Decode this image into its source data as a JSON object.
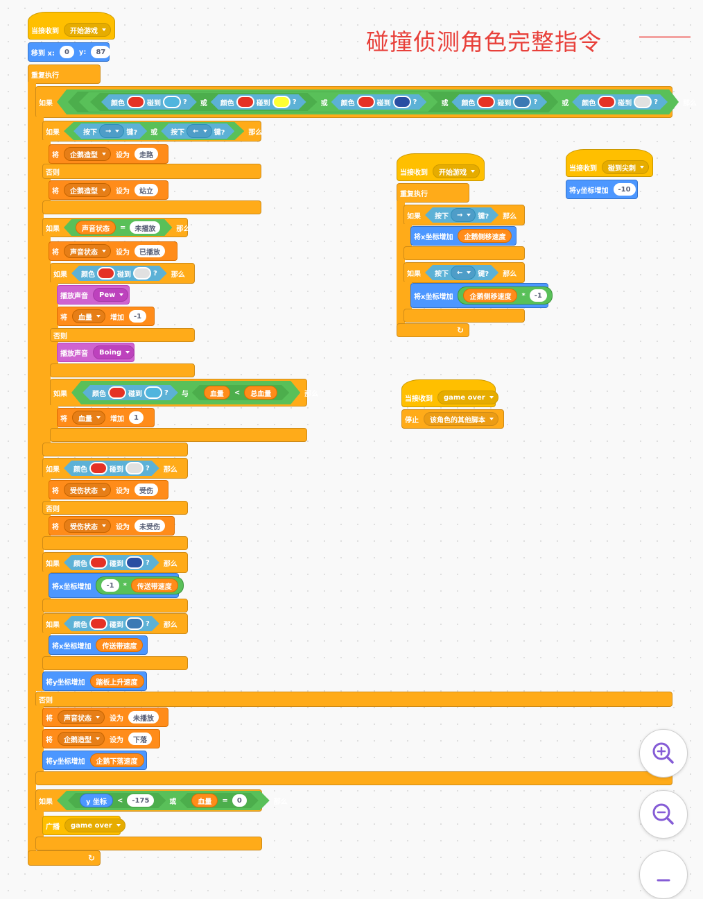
{
  "title": "碰撞侦测角色完整指令",
  "colors": {
    "control": "#FFAB19",
    "events": "#FFBF00",
    "motion": "#4C97FF",
    "variables": "#FF8C1A",
    "sound": "#CF63CF",
    "sensing": "#5CB1D6",
    "operators": "#59C059",
    "title": "#E8403A"
  },
  "kw": {
    "when_receive": "当接收到",
    "goto": "移到 x:",
    "y": "y:",
    "forever": "重复执行",
    "if": "如果",
    "then": "那么",
    "else": "否则",
    "or": "或",
    "and": "与",
    "color": "颜色",
    "touching": "碰到",
    "q": "?",
    "key_pressed": "按下",
    "key_q": "键?",
    "set": "将",
    "set_to": "设为",
    "change_by": "增加",
    "play_sound": "播放声音",
    "change_x": "将x坐标增加",
    "change_y": "将y坐标增加",
    "broadcast": "广播",
    "stop": "停止",
    "lt": "<",
    "eq": "=",
    "times": "*",
    "y_pos": "y 坐标"
  },
  "main": {
    "msg_start": "开始游戏",
    "x": "0",
    "y": "87"
  },
  "keys": {
    "right": "→",
    "left": "←"
  },
  "vars": {
    "costume": "企鹅造型",
    "sound_state": "声音状态",
    "hp": "血量",
    "total_hp": "总血量",
    "hurt_state": "受伤状态",
    "belt_speed": "传送带速度",
    "pedal_speed": "踏板上升速度",
    "fall_speed": "企鹅下落速度",
    "side_speed": "企鹅侧移速度"
  },
  "values": {
    "walk": "走路",
    "stand": "站立",
    "not_played": "未播放",
    "played": "已播放",
    "hurt": "受伤",
    "not_hurt": "未受伤",
    "fall": "下落",
    "minus1": "-1",
    "one": "1",
    "neg175": "-175",
    "zero": "0",
    "neg10": "-10"
  },
  "sounds": {
    "pew": "Pew",
    "boing": "Boing"
  },
  "msgs": {
    "game_over": "game over",
    "hit_spike": "碰到尖刺"
  },
  "stop_option": "该角色的其他脚本",
  "zoom": {
    "in_icon": "zoom-in-icon",
    "out_icon": "zoom-out-icon",
    "reset_icon": "zoom-reset-icon"
  }
}
